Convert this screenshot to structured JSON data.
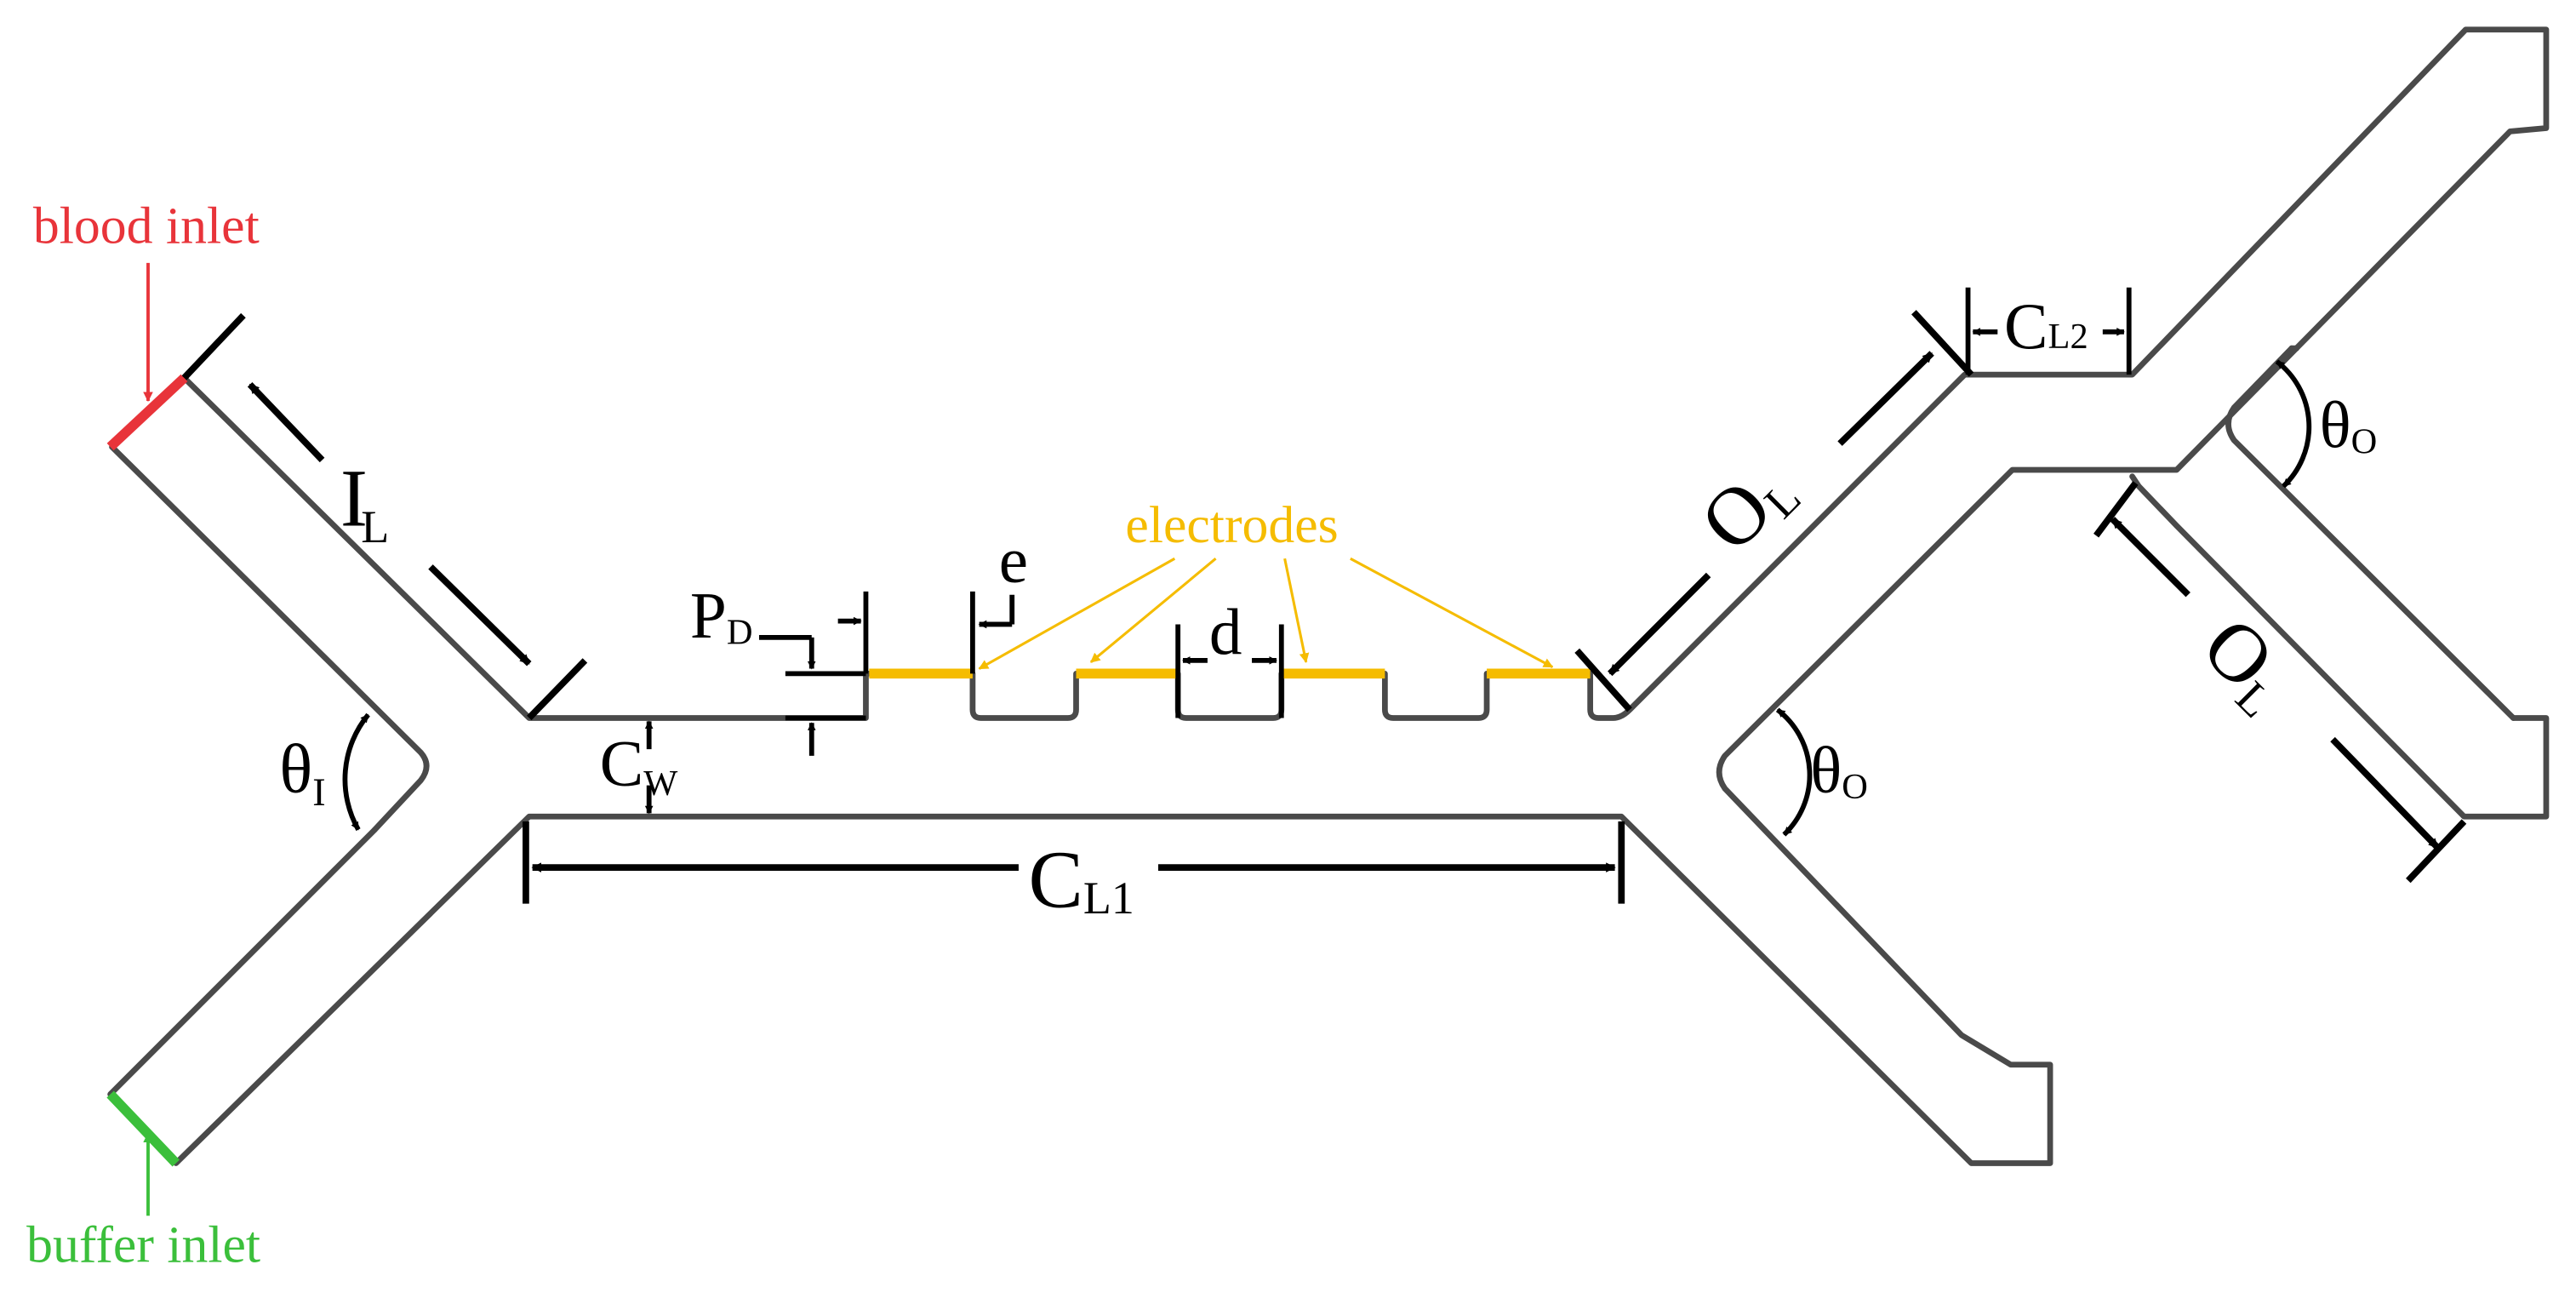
{
  "labels": {
    "blood_inlet": "blood inlet",
    "buffer_inlet": "buffer inlet",
    "electrodes": "electrodes",
    "IL": {
      "main": "I",
      "sub": "L"
    },
    "thetaI": {
      "main": "θ",
      "sub": "I"
    },
    "CW": {
      "main": "C",
      "sub": "W"
    },
    "CL1": {
      "main": "C",
      "sub": "L1"
    },
    "PD": {
      "main": "P",
      "sub": "D"
    },
    "e": "e",
    "d": "d",
    "OL_upper": {
      "main": "O",
      "sub": "L"
    },
    "OL_lower": {
      "main": "O",
      "sub": "L"
    },
    "CL2": {
      "main": "C",
      "sub": "L2"
    },
    "thetaO_upper": {
      "main": "θ",
      "sub": "O"
    },
    "thetaO_lower": {
      "main": "θ",
      "sub": "O"
    }
  },
  "colors": {
    "channel": "#4a4a4a",
    "blood_inlet": "#e8343a",
    "buffer_inlet": "#3bbf3b",
    "electrodes": "#f5bc00",
    "dimension": "#000000"
  }
}
